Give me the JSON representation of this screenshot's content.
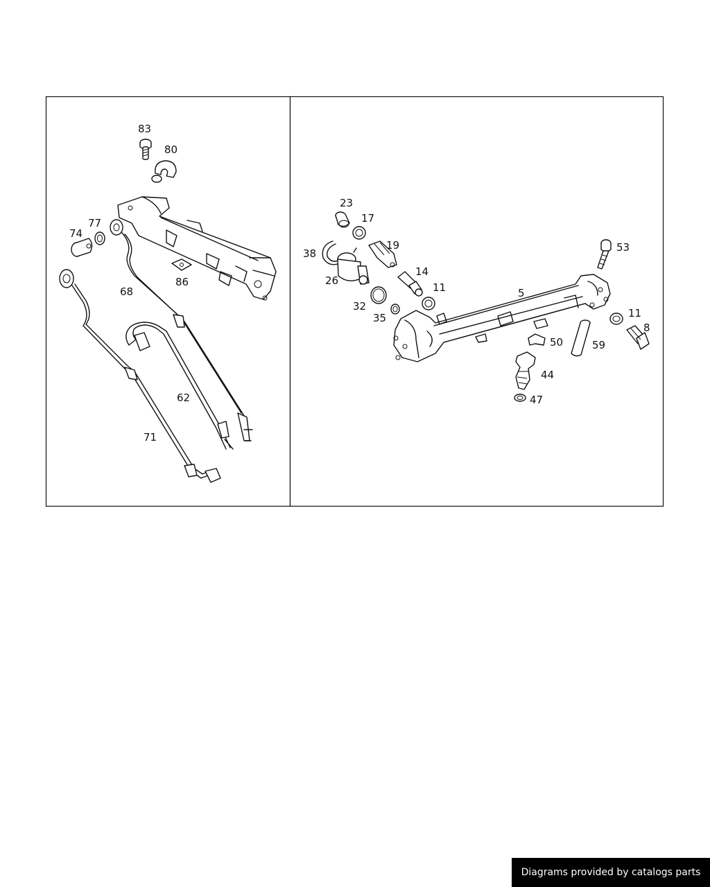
{
  "panels": {
    "left": {
      "callouts": {
        "c83": "83",
        "c80": "80",
        "c74": "74",
        "c77": "77",
        "c68": "68",
        "c86": "86",
        "c62": "62",
        "c71": "71"
      }
    },
    "right": {
      "callouts": {
        "c23": "23",
        "c17": "17",
        "c38": "38",
        "c19": "19",
        "c26": "26",
        "c14": "14",
        "c11a": "11",
        "c32": "32",
        "c35": "35",
        "c5": "5",
        "c53": "53",
        "c11b": "11",
        "c8": "8",
        "c50": "50",
        "c59": "59",
        "c44": "44",
        "c47": "47"
      }
    }
  },
  "footer": {
    "credit": "Diagrams provided by catalogs parts"
  },
  "colors": {
    "line": "#111111",
    "background": "#ffffff",
    "credit_bg": "#000000",
    "credit_text": "#ffffff"
  }
}
